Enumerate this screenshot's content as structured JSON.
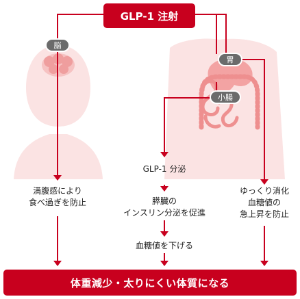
{
  "top_label": "GLP-1 注射",
  "organ_labels": {
    "brain": "脳",
    "stomach": "胃",
    "small_intestine": "小腸"
  },
  "left_column": {
    "text": [
      "満腹感により",
      "食べ過ぎを防止"
    ]
  },
  "center_column": {
    "step1": "GLP-1 分泌",
    "step2": [
      "膵臓の",
      "インスリン分泌を促進"
    ],
    "step3": "血糖値を下げる"
  },
  "right_column": {
    "text": [
      "ゆっくり消化",
      "血糖値の",
      "急上昇を防止"
    ]
  },
  "result": "体重減少・太りにくい体質になる",
  "colors": {
    "accent": "#c8001e",
    "body_fill": "#fbe3e3",
    "organ": "#f3a3a3",
    "label_pill": "#6b6b6b"
  }
}
